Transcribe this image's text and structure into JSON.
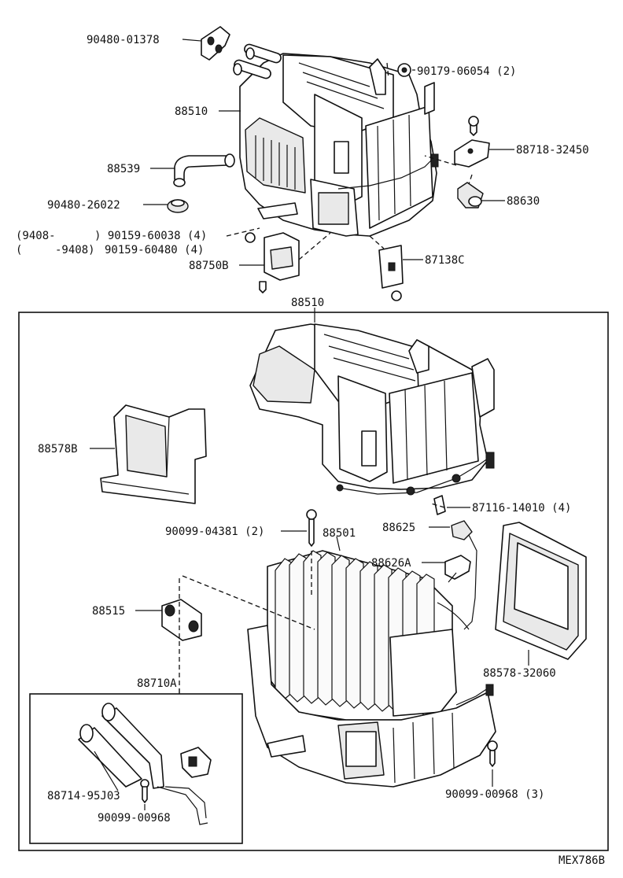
{
  "labels": {
    "p90480_01378": "90480-01378",
    "p90179_06054": "90179-06054 (2)",
    "p88510_top": "88510",
    "p88718_32450": "88718-32450",
    "p88539": "88539",
    "p88630": "88630",
    "p90480_26022": "90480-26022",
    "p90159_a_range": "(9408-",
    "p90159_a_part": ") 90159-60038 (4)",
    "p90159_b_range": "(",
    "p90159_b_mid": "-9408)",
    "p90159_b_part": "90159-60480 (4)",
    "p88750B": "88750B",
    "p87138C": "87138C",
    "p88510_box": "88510",
    "p88578B": "88578B",
    "p87116_14010": "87116-14010 (4)",
    "p90099_04381": "90099-04381 (2)",
    "p88501": "88501",
    "p88625": "88625",
    "p88626A": "88626A",
    "p88515": "88515",
    "p88578_32060": "88578-32060",
    "p88710A": "88710A",
    "p88714_95J03": "88714-95J03",
    "p90099_00968_sub": "90099-00968",
    "p90099_00968_main": "90099-00968 (3)",
    "footer_code": "MEX786B"
  }
}
